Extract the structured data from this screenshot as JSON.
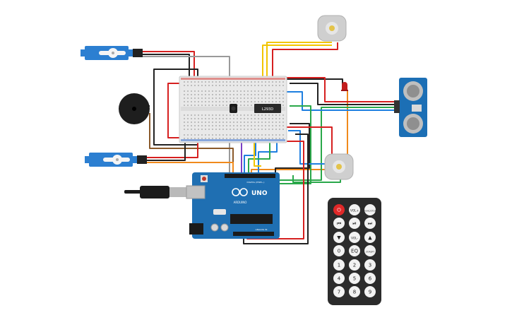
{
  "arduino": {
    "model": "UNO",
    "brand": "ARDUINO",
    "header_digital": "DIGITAL (PWM~)",
    "header_analog": "ANALOG IN"
  },
  "driver_ic": {
    "label": "L293D"
  },
  "remote": {
    "buttons": [
      {
        "id": "power",
        "label": "⏻",
        "accent": true
      },
      {
        "id": "vol-up",
        "label": "VOL+"
      },
      {
        "id": "func-stop",
        "label": "FUNC/STOP"
      },
      {
        "id": "prev",
        "label": "⏮"
      },
      {
        "id": "play-pause",
        "label": "⏯"
      },
      {
        "id": "next",
        "label": "⏭"
      },
      {
        "id": "down",
        "label": "▼"
      },
      {
        "id": "vol-down",
        "label": "VOL-"
      },
      {
        "id": "up",
        "label": "▲"
      },
      {
        "id": "digit-0",
        "label": "0"
      },
      {
        "id": "eq",
        "label": "EQ"
      },
      {
        "id": "st-rept",
        "label": "ST/REPT"
      },
      {
        "id": "digit-1",
        "label": "1"
      },
      {
        "id": "digit-2",
        "label": "2"
      },
      {
        "id": "digit-3",
        "label": "3"
      },
      {
        "id": "digit-4",
        "label": "4"
      },
      {
        "id": "digit-5",
        "label": "5"
      },
      {
        "id": "digit-6",
        "label": "6"
      },
      {
        "id": "digit-7",
        "label": "7"
      },
      {
        "id": "digit-8",
        "label": "8"
      },
      {
        "id": "digit-9",
        "label": "9"
      }
    ]
  },
  "colors": {
    "board_blue": "#1f6fb2",
    "breadboard": "#e9e9e9",
    "servo_blue": "#2c7fd1",
    "sensor_blue": "#1c6fb5",
    "remote_body": "#2b2b2b",
    "wire_red": "#d62020",
    "wire_black": "#222222",
    "wire_orange": "#f08a1c",
    "wire_yellow": "#f2c500",
    "wire_green": "#2aa84a",
    "wire_blue": "#1e7fe0",
    "wire_brown": "#8b5a2b",
    "wire_purple": "#7b3fc4",
    "wire_gray": "#9a9a9a"
  }
}
